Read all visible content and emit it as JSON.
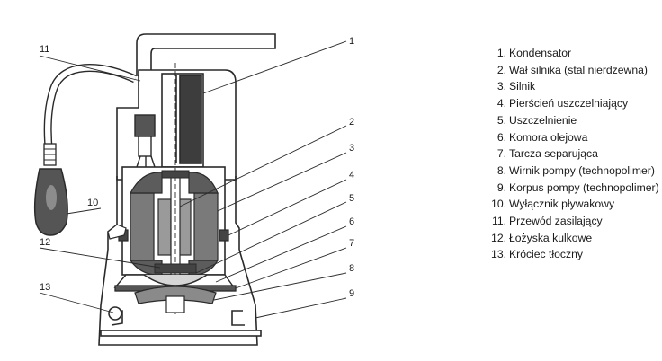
{
  "legend": [
    {
      "num": "1.",
      "label": "Kondensator"
    },
    {
      "num": "2.",
      "label": "Wał silnika (stal nierdzewna)"
    },
    {
      "num": "3.",
      "label": "Silnik"
    },
    {
      "num": "4.",
      "label": "Pierścień uszczelniający"
    },
    {
      "num": "5.",
      "label": "Uszczelnienie"
    },
    {
      "num": "6.",
      "label": "Komora olejowa"
    },
    {
      "num": "7.",
      "label": "Tarcza separująca"
    },
    {
      "num": "8.",
      "label": "Wirnik pompy (technopolimer)"
    },
    {
      "num": "9.",
      "label": "Korpus pompy (technopolimer)"
    },
    {
      "num": "10.",
      "label": "Wyłącznik pływakowy"
    },
    {
      "num": "11.",
      "label": "Przewód zasilający"
    },
    {
      "num": "12.",
      "label": "Łożyska kulkowe"
    },
    {
      "num": "13.",
      "label": "Króciec tłoczny"
    }
  ],
  "callouts": {
    "c1": "1",
    "c2": "2",
    "c3": "3",
    "c4": "4",
    "c5": "5",
    "c6": "6",
    "c7": "7",
    "c8": "8",
    "c9": "9",
    "c10": "10",
    "c11": "11",
    "c12": "12",
    "c13": "13"
  },
  "colors": {
    "line": "#2a2a2a",
    "motor": "#7a7a7a",
    "body": "#ffffff"
  }
}
